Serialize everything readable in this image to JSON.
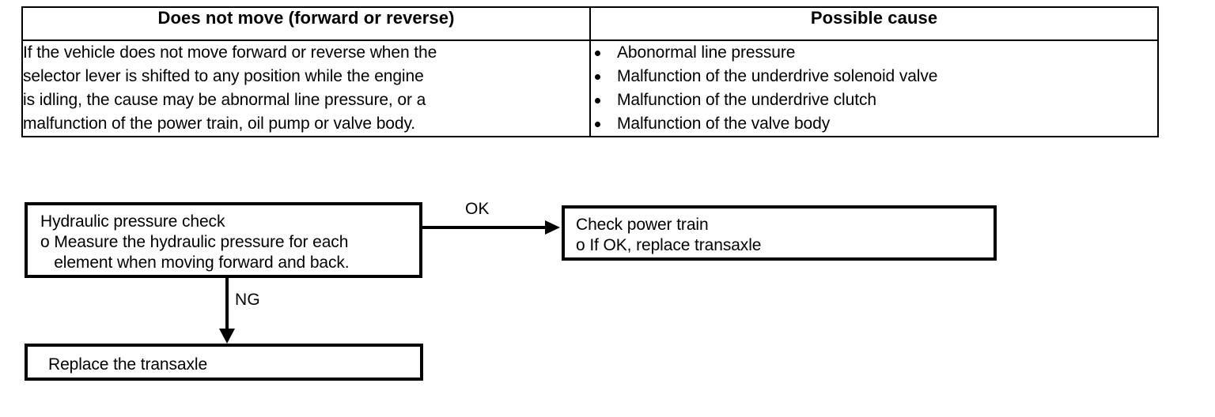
{
  "table": {
    "headers": {
      "symptom": "Does not move (forward or reverse)",
      "cause": "Possible cause"
    },
    "row": {
      "description_lines": [
        "If the vehicle does not move forward or reverse when the",
        "selector lever is shifted to any position while the engine",
        "is idling, the cause may be abnormal line pressure, or a",
        "malfunction of the power train, oil pump or valve body."
      ],
      "causes": [
        "Abonormal line pressure",
        "Malfunction of the underdrive solenoid valve",
        "Malfunction of the underdrive clutch",
        "Malfunction of the valve body"
      ]
    }
  },
  "flowchart": {
    "boxes": {
      "hydraulic_check": {
        "title": "Hydraulic pressure check",
        "detail_line1": "o Measure the hydraulic pressure for each",
        "detail_line2": "   element when moving forward and back."
      },
      "check_power_train": {
        "title": "Check power train",
        "detail_line1": "o If OK, replace transaxle"
      },
      "replace_transaxle": {
        "title": "Replace the transaxle"
      }
    },
    "edges": {
      "ok_label": "OK",
      "ng_label": "NG"
    }
  },
  "colors": {
    "ink": "#000000",
    "paper": "#ffffff"
  }
}
